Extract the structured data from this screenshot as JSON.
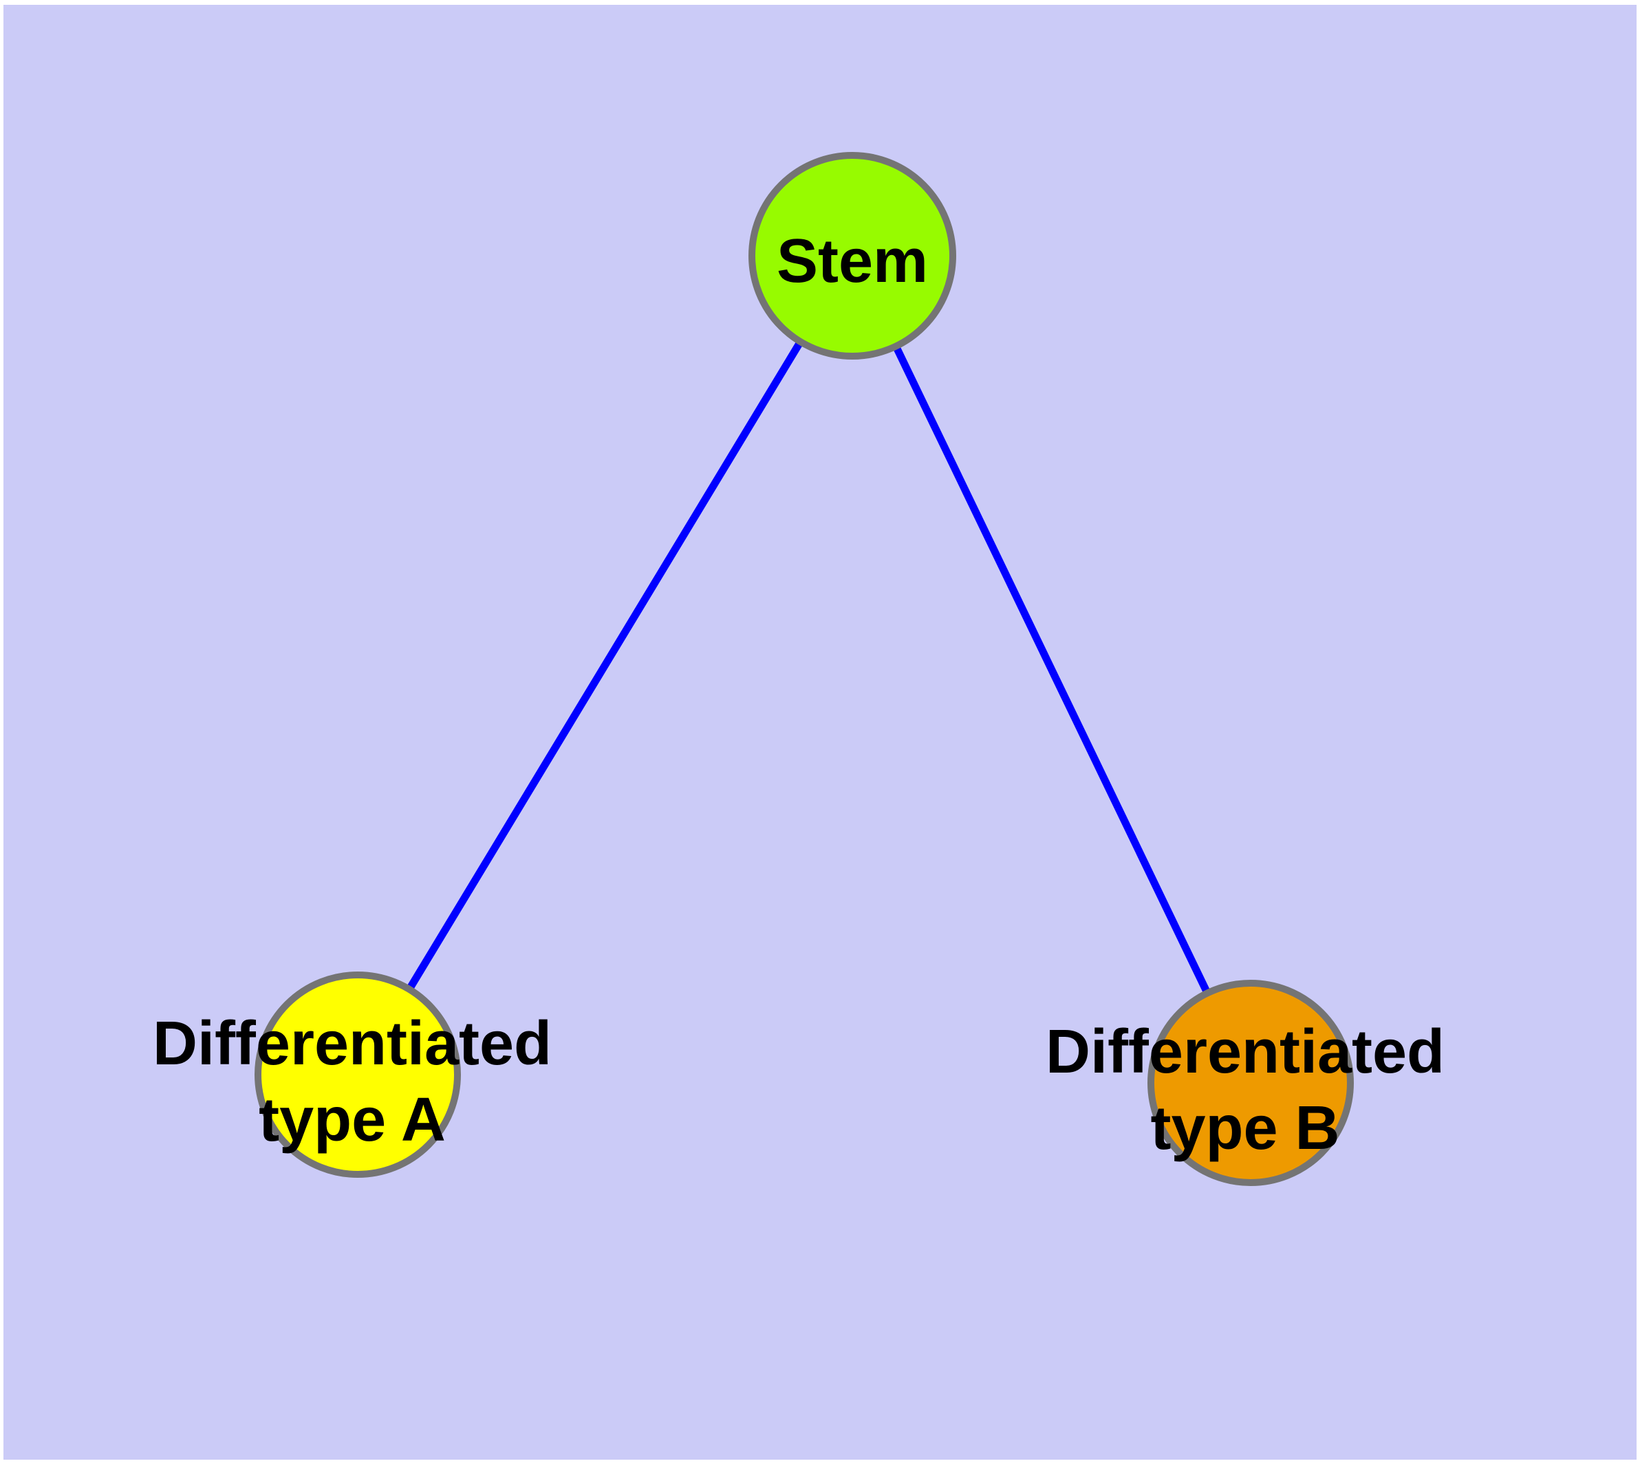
{
  "diagram": {
    "background_color": "#CBCBF7",
    "edge_color": "#0000FF",
    "node_border_color": "#747474",
    "label_color": "#000000",
    "nodes": [
      {
        "id": "stem",
        "label": "Stem",
        "color": "#97FB00"
      },
      {
        "id": "differentiated-type-a",
        "label_line1": "Differentiated",
        "label_line2": "type A",
        "color": "#FFFF00"
      },
      {
        "id": "differentiated-type-b",
        "label_line1": "Differentiated",
        "label_line2": "type B",
        "color": "#EE9A00"
      }
    ],
    "edges": [
      {
        "from": "Stem",
        "to": "Differentiated type A"
      },
      {
        "from": "Stem",
        "to": "Differentiated type B"
      }
    ]
  }
}
